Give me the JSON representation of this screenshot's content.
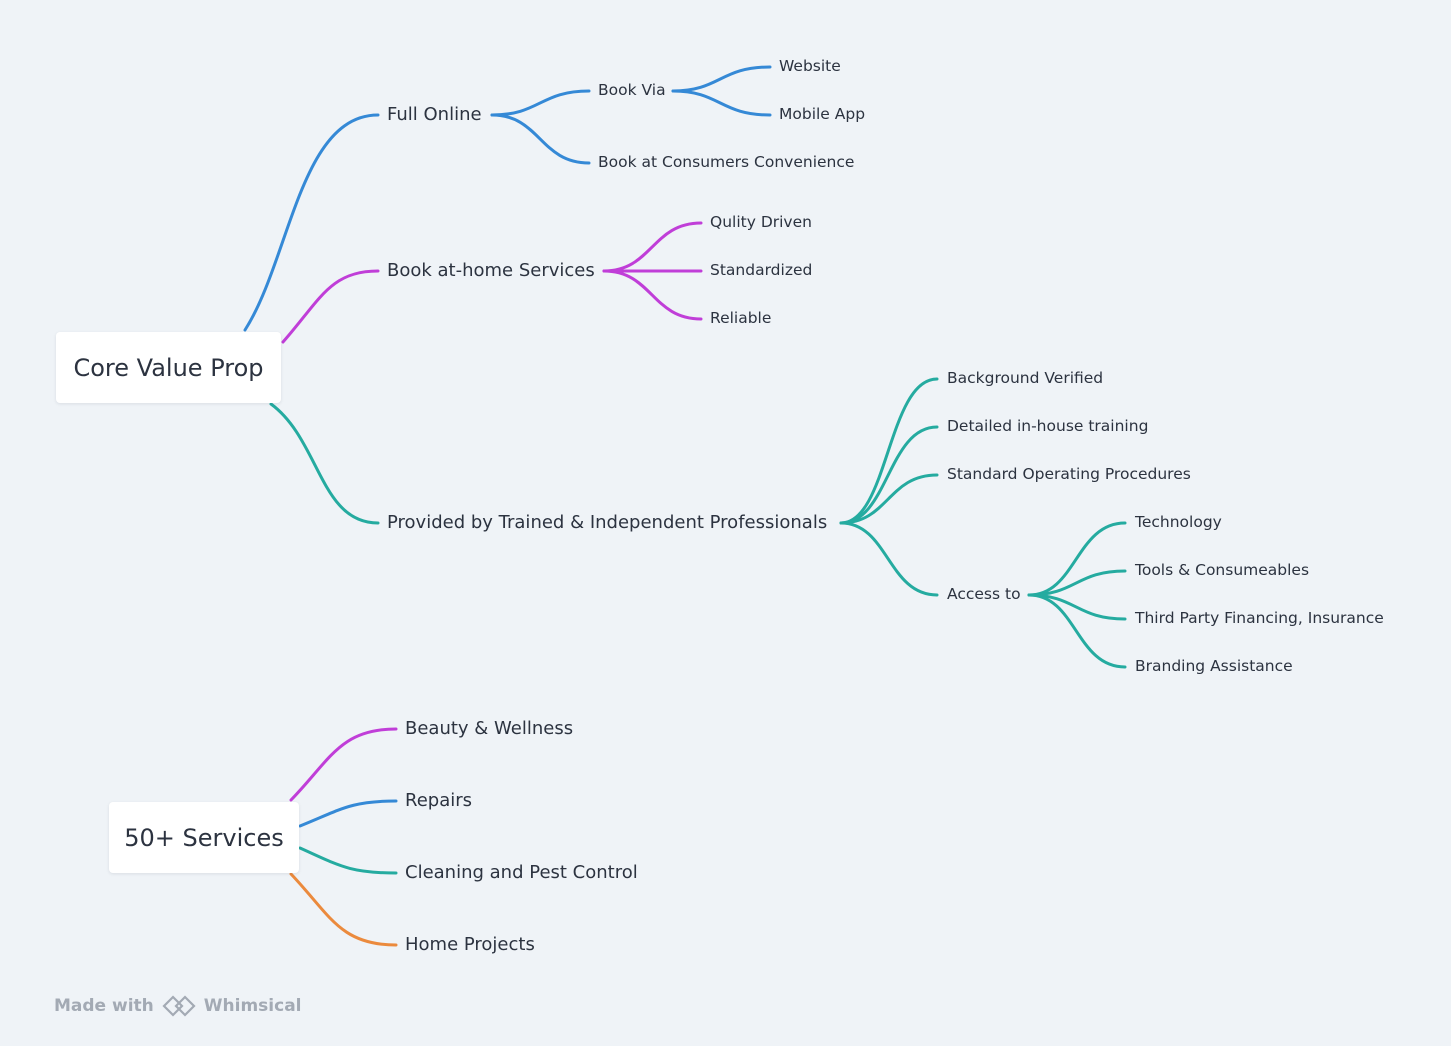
{
  "colors": {
    "blue": "#3589d6",
    "magenta": "#c03ed8",
    "teal": "#25aba0",
    "orange": "#eb8a3d",
    "background": "#eff3f7"
  },
  "roots": {
    "core": "Core Value Prop",
    "services": "50+ Services"
  },
  "core": {
    "full_online": "Full Online",
    "book_via": "Book Via",
    "website": "Website",
    "mobile_app": "Mobile App",
    "book_convenience": "Book at Consumers Convenience",
    "book_at_home": "Book at-home Services",
    "quality_driven": "Qulity Driven",
    "standardized": "Standardized",
    "reliable": "Reliable",
    "provided_by": "Provided by Trained & Independent Professionals",
    "background_verified": "Background Verified",
    "detailed_training": "Detailed in-house training",
    "sop": "Standard Operating Procedures",
    "access_to": "Access to",
    "technology": "Technology",
    "tools": "Tools & Consumeables",
    "financing": "Third Party Financing, Insurance",
    "branding": "Branding Assistance"
  },
  "services": {
    "beauty": "Beauty & Wellness",
    "repairs": "Repairs",
    "cleaning": "Cleaning and Pest Control",
    "home_projects": "Home Projects"
  },
  "footer": {
    "made_with": "Made with",
    "brand": "Whimsical",
    "logo_icon": "whimsical-logo-icon"
  }
}
